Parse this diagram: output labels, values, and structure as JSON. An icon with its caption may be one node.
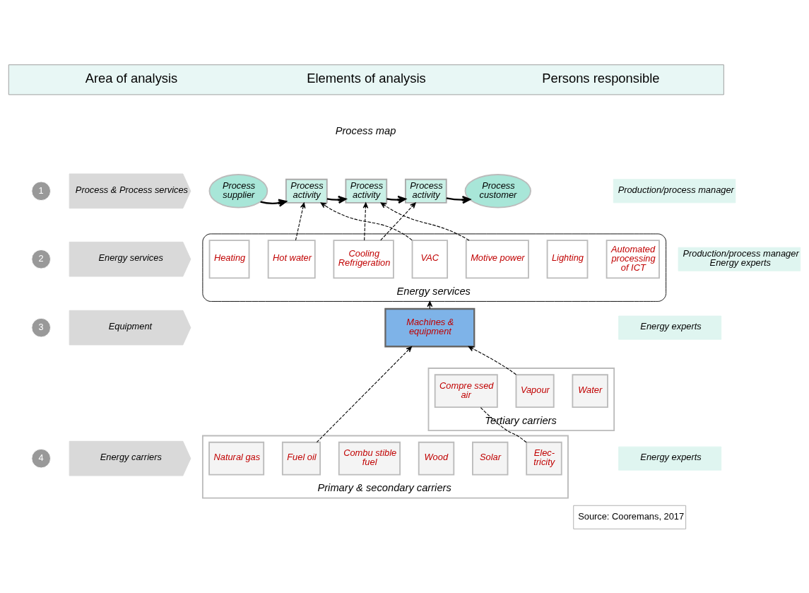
{
  "diagram": {
    "nodes": [
      {
        "text": [
          "Area of analysis",
          "Elements of analysis",
          "Persons responsible"
        ]
      },
      {
        "text": [
          "1"
        ]
      },
      {
        "text": [
          "Process & Process services"
        ]
      },
      {
        "text": [
          "Process supplier"
        ]
      },
      {
        "text": [
          "Process activity"
        ]
      },
      {
        "text": [
          "Process activity"
        ]
      },
      {
        "text": [
          "Process activity"
        ]
      },
      {
        "text": [
          "Process customer"
        ]
      },
      {
        "text": [
          "Production/process manager"
        ]
      },
      {
        "text": [
          "2"
        ]
      },
      {
        "text": [
          "Energy services"
        ]
      },
      {
        "text": [
          "Energy services"
        ]
      },
      {
        "text": [
          "Heating"
        ],
        "in": 11
      },
      {
        "text": [
          "Hot water"
        ],
        "in": 11
      },
      {
        "text": [
          "Cooling Refrigeration"
        ],
        "in": 11
      },
      {
        "text": [
          "VAC"
        ],
        "in": 11
      },
      {
        "text": [
          "Motive power"
        ],
        "in": 11
      },
      {
        "text": [
          "Lighting"
        ],
        "in": 11
      },
      {
        "text": [
          "Automated processing of ICT"
        ],
        "in": 11
      },
      {
        "text": [
          "Production/process manager",
          "Energy experts"
        ]
      },
      {
        "text": [
          "3"
        ]
      },
      {
        "text": [
          "Equipment"
        ]
      },
      {
        "text": [
          "Machines & equipment"
        ]
      },
      {
        "text": [
          "Energy experts"
        ]
      },
      {
        "text": [
          "4"
        ]
      },
      {
        "text": [
          "Energy carriers"
        ]
      },
      {
        "text": [
          "Primary & secondary carriers"
        ]
      },
      {
        "text": [
          "Natural gas"
        ],
        "in": 26
      },
      {
        "text": [
          "Fuel oil"
        ],
        "in": 26
      },
      {
        "text": [
          "Combu stible fuel"
        ],
        "in": 26
      },
      {
        "text": [
          "Wood"
        ],
        "in": 26
      },
      {
        "text": [
          "Solar"
        ],
        "in": 26
      },
      {
        "text": [
          "Elec- tricity"
        ],
        "in": 26
      },
      {
        "text": [
          "Tertiary carriers"
        ]
      },
      {
        "text": [
          "Compre ssed air"
        ],
        "in": 33
      },
      {
        "text": [
          "Vapour"
        ],
        "in": 33
      },
      {
        "text": [
          "Water"
        ],
        "in": 33
      },
      {
        "text": [
          "Energy experts"
        ]
      },
      {
        "text": [
          "Source: Cooremans, 2017"
        ]
      }
    ],
    "edges": [
      {
        "from": 3,
        "to": 4,
        "arrow": "to"
      },
      {
        "from": 4,
        "to": 5,
        "arrow": "to"
      },
      {
        "from": 5,
        "to": 6,
        "arrow": "to"
      },
      {
        "from": 6,
        "to": 7,
        "arrow": "to"
      },
      {
        "from": 13,
        "to": 4,
        "arrow": "to",
        "style": "dashed"
      },
      {
        "from": 15,
        "to": 4,
        "arrow": "to",
        "style": "dashed"
      },
      {
        "from": 14,
        "to": 5,
        "arrow": "to",
        "style": "dashed"
      },
      {
        "from": 16,
        "to": 5,
        "arrow": "to",
        "style": "dashed"
      },
      {
        "from": 14,
        "to": 6,
        "arrow": "to",
        "style": "dashed"
      },
      {
        "from": 22,
        "to": 11,
        "arrow": "to",
        "style": "dashed"
      },
      {
        "from": 28,
        "to": 22,
        "arrow": "to",
        "style": "dashed"
      },
      {
        "from": 35,
        "to": 22,
        "arrow": "to",
        "style": "dashed"
      },
      {
        "from": 32,
        "to": 34,
        "arrow": "none",
        "style": "dashed"
      }
    ],
    "labels": [
      "Process map"
    ]
  }
}
